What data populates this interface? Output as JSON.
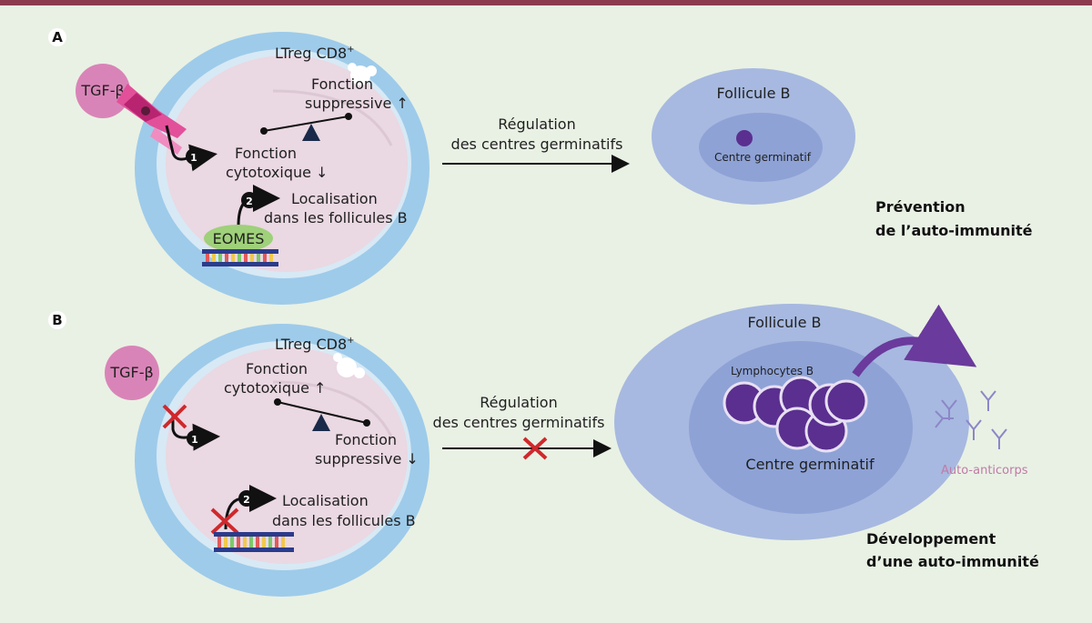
{
  "panel_a": {
    "letter": "A",
    "ligand": "TGF-β",
    "cell_label": "LTreg CD8",
    "cell_sup": "+",
    "func_top_1": "Fonction",
    "func_top_2": "suppressive ↑",
    "func_bottom_1": "Fonction",
    "func_bottom_2": "cytotoxique ↓",
    "step1": "1",
    "step2": "2",
    "loc_1": "Localisation",
    "loc_2": "dans les follicules B",
    "tf": "EOMES",
    "arrow_1": "Régulation",
    "arrow_2": "des centres germinatifs",
    "follicle": "Follicule B",
    "gc": "Centre germinatif",
    "outcome_1": "Prévention",
    "outcome_2": "de l’auto-immunité"
  },
  "panel_b": {
    "letter": "B",
    "ligand": "TGF-β",
    "cell_label": "LTreg CD8",
    "cell_sup": "+",
    "func_top_1": "Fonction",
    "func_top_2": "cytotoxique ↑",
    "func_bottom_1": "Fonction",
    "func_bottom_2": "suppressive ↓",
    "step1": "1",
    "step2": "2",
    "loc_1": "Localisation",
    "loc_2": "dans les follicules B",
    "arrow_1": "Régulation",
    "arrow_2": "des centres germinatifs",
    "follicle": "Follicule B",
    "lymph": "Lymphocytes B",
    "gc": "Centre germinatif",
    "antibodies": "Auto-anticorps",
    "outcome_1": "Développement",
    "outcome_2": "d’une auto-immunité"
  },
  "colors": {
    "background": "#e9f1e4",
    "top_rule": "#8c3b4f",
    "membrane": "#9ecbea",
    "cytoplasm": "#ead8e2",
    "follicle": "#a7b9e0",
    "germinal_center": "#8ea2d6",
    "b_cell": "#5a2f8f",
    "ligand": "#d984b8",
    "receptor": "#e2509a",
    "eomes": "#9fd07a",
    "inhibition_cross": "#d0282c",
    "curved_arrow": "#6a3a9c"
  }
}
